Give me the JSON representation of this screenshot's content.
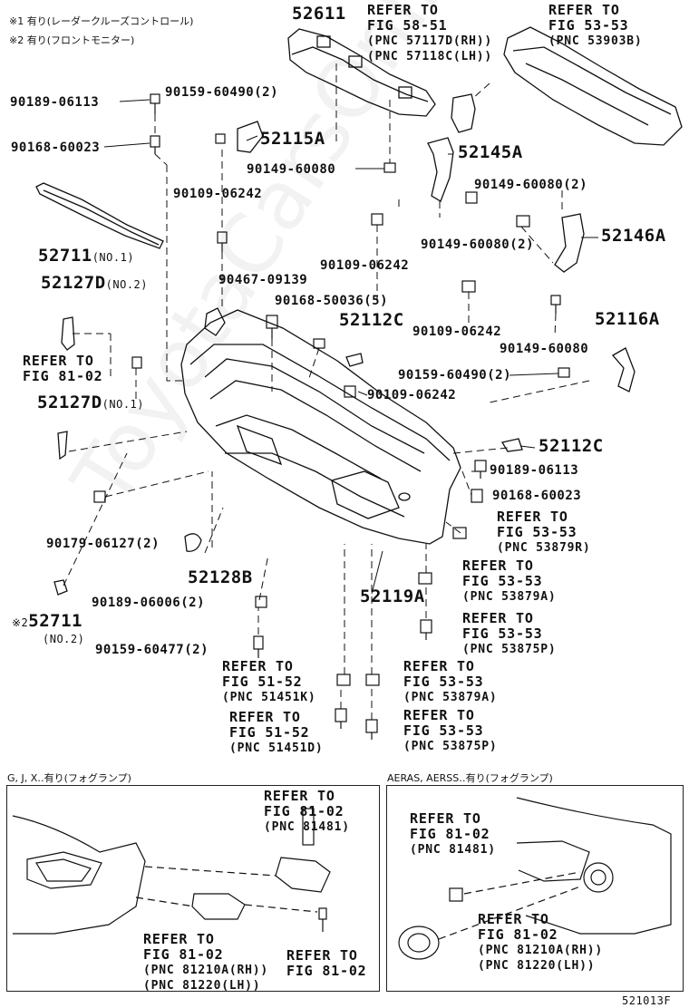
{
  "notes": {
    "note1": "※1 有り(レーダークルーズコントロール)",
    "note2": "※2 有り(フロントモニター)"
  },
  "parts": {
    "p52611": "52611",
    "p52145A": "52145A",
    "p52146A": "52146A",
    "p52115A": "52115A",
    "p52711": "52711",
    "p52711_no1": "(NO.1)",
    "p52127D_a": "52127D",
    "p52127D_a_no": "(NO.2)",
    "p52127D_b": "52127D",
    "p52127D_b_no": "(NO.1)",
    "p52112C_a": "52112C",
    "p52112C_b": "52112C",
    "p52116A": "52116A",
    "p52128B": "52128B",
    "p52119A": "52119A",
    "p52711b_mark": "※2",
    "p52711b": "52711",
    "p52711b_no": "(NO.2)"
  },
  "bolts": {
    "b1": "90189-06113",
    "b2": "90159-60490(2)",
    "b3": "90168-60023",
    "b4": "90149-60080",
    "b5": "90109-06242",
    "b6": "90149-60080(2)",
    "b7": "90149-60080(2)",
    "b8": "90109-06242",
    "b9": "90467-09139",
    "b10": "90168-50036(5)",
    "b11": "90109-06242",
    "b12": "90149-60080",
    "b13": "90159-60490(2)",
    "b14": "90109-06242",
    "b15": "90189-06113",
    "b16": "90168-60023",
    "b17": "90179-06127(2)",
    "b18": "90189-06006(2)",
    "b19": "90159-60477(2)"
  },
  "refs": {
    "r1": {
      "l1": "REFER TO",
      "l2": "FIG 58-51",
      "l3": "(PNC 57117D(RH))",
      "l4": "(PNC 57118C(LH))"
    },
    "r2": {
      "l1": "REFER TO",
      "l2": "FIG 53-53",
      "l3": "(PNC 53903B)"
    },
    "r3": {
      "l1": "REFER TO",
      "l2": "FIG 81-02"
    },
    "r4": {
      "l1": "REFER TO",
      "l2": "FIG 53-53",
      "l3": "(PNC 53879R)"
    },
    "r5": {
      "l1": "REFER TO",
      "l2": "FIG 53-53",
      "l3": "(PNC 53879A)"
    },
    "r6": {
      "l1": "REFER TO",
      "l2": "FIG 53-53",
      "l3": "(PNC 53875P)"
    },
    "r7": {
      "l1": "REFER TO",
      "l2": "FIG 51-52",
      "l3": "(PNC 51451K)"
    },
    "r8": {
      "l1": "REFER TO",
      "l2": "FIG 53-53",
      "l3": "(PNC 53879A)"
    },
    "r9": {
      "l1": "REFER TO",
      "l2": "FIG 51-52",
      "l3": "(PNC 51451D)"
    },
    "r10": {
      "l1": "REFER TO",
      "l2": "FIG 53-53",
      "l3": "(PNC 53875P)"
    }
  },
  "box_left": {
    "title": "G, J, X‥有り(フォグランプ)",
    "ref_a": {
      "l1": "REFER TO",
      "l2": "FIG 81-02",
      "l3": "(PNC 81481)"
    },
    "ref_b": {
      "l1": "REFER TO",
      "l2": "FIG 81-02",
      "l3": "(PNC 81210A(RH))",
      "l4": "(PNC 81220(LH))"
    },
    "ref_c": {
      "l1": "REFER TO",
      "l2": "FIG 81-02"
    }
  },
  "box_right": {
    "title": "AERAS, AERSS‥有り(フォグランプ)",
    "ref_a": {
      "l1": "REFER TO",
      "l2": "FIG 81-02",
      "l3": "(PNC 81481)"
    },
    "ref_b": {
      "l1": "REFER TO",
      "l2": "FIG 81-02",
      "l3": "(PNC 81210A(RH))",
      "l4": "(PNC 81220(LH))"
    }
  },
  "figure_code": "521013F",
  "watermark": "ToyotaCarsOnline.ru"
}
